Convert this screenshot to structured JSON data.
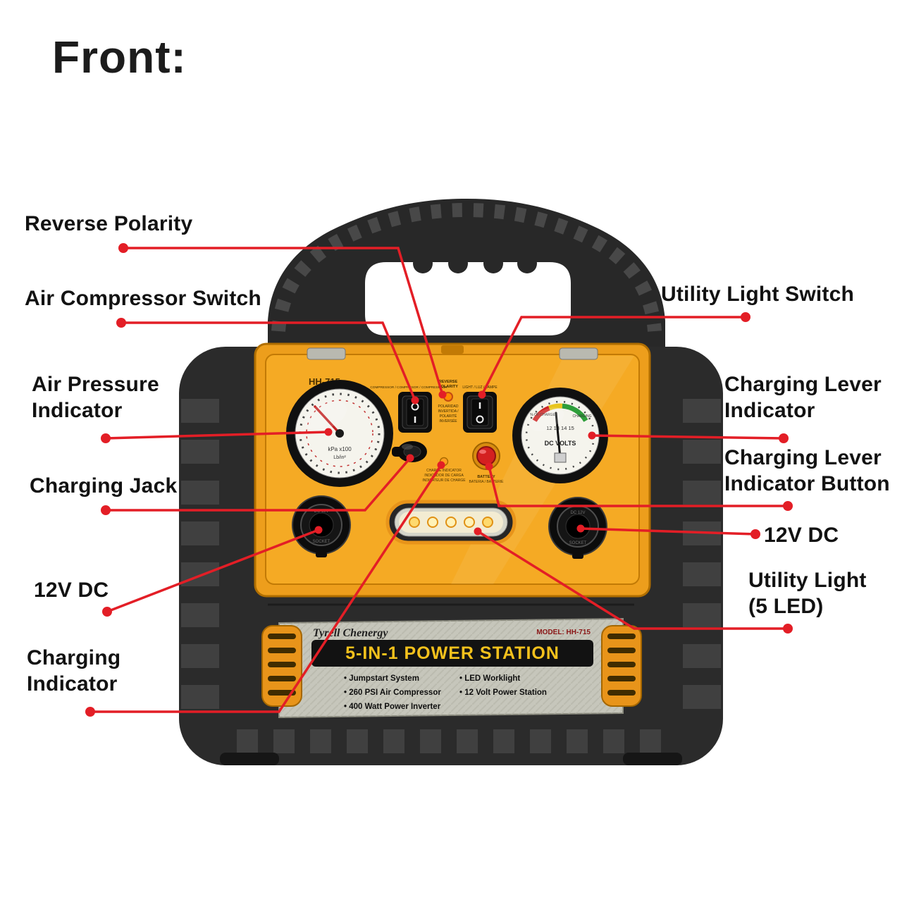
{
  "palette": {
    "accent_red": "#E31E26",
    "panel_orange": "#F2A024",
    "case_black": "#2B2B2B",
    "title_yellow": "#F4C11C"
  },
  "heading": {
    "front": "Front:"
  },
  "callouts": {
    "reverse_polarity": "Reverse Polarity",
    "air_compressor_switch": "Air Compressor Switch",
    "air_pressure_indicator": "Air Pressure\nIndicator",
    "charging_jack": "Charging Jack",
    "dc_12v_left": "12V  DC",
    "charging_indicator": "Charging\nIndicator",
    "utility_light_switch": "Utility Light Switch",
    "charging_lever_indicator": "Charging Lever\nIndicator",
    "charging_lever_indicator_button": "Charging Lever\nIndicator Button",
    "dc_12v_right": "12V DC",
    "utility_light": "Utility Light\n(5 LED)"
  },
  "device": {
    "panel_model": "HH-715",
    "compressor_switch_label": "COMPRESSOR / COMPRESOR / COMPRESSEUR",
    "light_switch_label": "LIGHT / LUZ / LAMPE",
    "reverse_line1": "REVERSE",
    "reverse_line2": "POLARITY",
    "reverse_sub1": "POLARIDAD",
    "reverse_sub2": "INVERTIDA /",
    "reverse_sub3": "POLARITÉ",
    "reverse_sub4": "INVERSÉE",
    "charge_ind1": "CHARGE INDICATOR",
    "charge_ind2": "INDICADOR DE CARGA",
    "charge_ind3": "INDICATEUR DE CHARGE",
    "battery1": "BATTERY",
    "battery2": "BATERIA / BATTERIE",
    "pressure_unit1": "kPa x100",
    "pressure_unit2": "Lb/in²",
    "volt_title": "DC VOLTS",
    "volt_scale": "12   13   14   15",
    "volt_charge": "% OF CHARGE",
    "volt_charging": "CHARGING",
    "socket_line1": "DC 12V",
    "socket_line2": "SOCKET",
    "brand": "Tyrell Chenergy",
    "model_label": "MODEL: HH-715",
    "product_title": "5-IN-1 POWER STATION",
    "features_left": [
      "• Jumpstart System",
      "• 260 PSI Air Compressor",
      "• 400 Watt Power Inverter"
    ],
    "features_right": [
      "• LED Worklight",
      "• 12 Volt Power Station"
    ]
  }
}
